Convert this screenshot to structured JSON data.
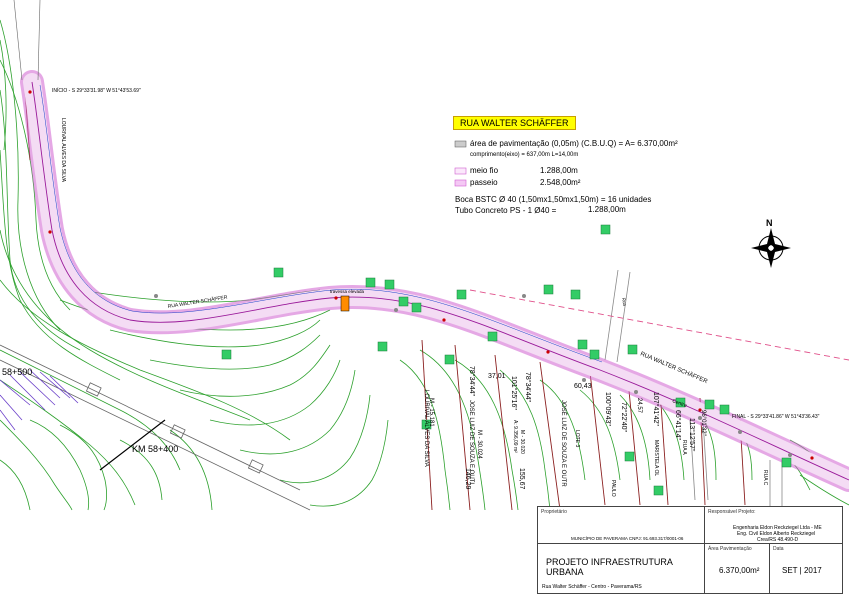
{
  "legend": {
    "street_title": "RUA WALTER SCHÄFFER",
    "area_line": "área de pavimentação (0,05m) (C.B.U.Q) = A= 6.370,00m²",
    "length_line": "comprimento(eixo) = 637,00m L=14,00m",
    "meio_fio_label": "meio fio",
    "meio_fio_value": "1.288,00m",
    "passeio_label": "passeio",
    "passeio_value": "2.548,00m²",
    "boca_line": "Boca BSTC Ø 40 (1,50mx1,50mx1,50m) = 16 unidades",
    "tubo_label": "Tubo Concreto PS - 1 Ø40 =",
    "tubo_value": "1.288,00m"
  },
  "map_labels": {
    "inicio": "INÍCIO - S 29°33'31.98\" W 51°43'53.69\"",
    "final": "FINAL - S 29°33'41.86\" W 51°43'36.43\"",
    "rua_walter_1": "RUA WALTER SCHÄFFER",
    "rua_walter_2": "RUA WALTER SCHÄFFER",
    "travessa": "travessa elevada",
    "km_58_400": "KM 58+400",
    "km_58_500": "58+500",
    "rua_a": "RUA A",
    "rua_c": "RUA C",
    "rua_side": "Rua",
    "lourival_top": "LOURIVAL ALVES DA SILVA",
    "lourival_bottom": "LOURIVAL ALVES DA SILVA",
    "jose_luiz_1": "JOSE LUIZ DE SOUZA E OUTI",
    "jose_luiz_2": "JOSÉ LUIZ DE SOUZA E OUTR",
    "marisete": "MARISTELA OL",
    "paulo": "PAULO",
    "lote3": "LOTE 3",
    "m_15181": "M - 15.181",
    "m_30024": "M - 30.024",
    "m_30020": "M - 30.020",
    "area_9356": "A: 9.356,09 m²",
    "centro": "Centro",
    "ang_1": "78°34'44\"",
    "ang_2": "101°25'16\"",
    "ang_3": "78°34'44\"",
    "ang_4": "37,01",
    "ang_5": "60,43",
    "ang_6": "100°09'43\"",
    "ang_7": "72°22'40\"",
    "ang_8": "24,57",
    "ang_9": "107°41'42\"",
    "ang_10": "66°41'14\"",
    "ang_11": "113°12'57\"",
    "ang_12": "96°01'32\"",
    "dist_1": "146,29",
    "dist_2": "155,67",
    "north": "N"
  },
  "title_block": {
    "owner_caption": "Proprietário",
    "responsavel_caption": "Responsável Projeto:",
    "municipio": "MUNICÍPIO DE PAVERAMA   CNPJ: 91.693.317/0001-06",
    "engineering_firm": "Engenharia Eldon Reckziegel Ltda - ME",
    "engineer_name": "Eng. Civil Eldon Alberto Reckziegel",
    "crea": "Crea/RS 48.490-D",
    "area_caption": "Área Pavimentação",
    "data_caption": "Data",
    "project_title": "PROJETO INFRAESTRUTURA URBANA",
    "area_value": "6.370,00m²",
    "date_value": "SET | 2017",
    "address": "Rua Walter Schäffer - Centro - Paverama/RS"
  },
  "colors": {
    "contour": "#2ca02c",
    "road_fill": "#e8b8e8",
    "road_edge": "#d060d0",
    "axis": "#9a1a9a",
    "lot_line": "#8b2020",
    "building": "#33cc66",
    "orange_marker": "#ff8c00",
    "purple_hatch": "#6a3fc9",
    "legend_yellow": "#ffff00"
  }
}
